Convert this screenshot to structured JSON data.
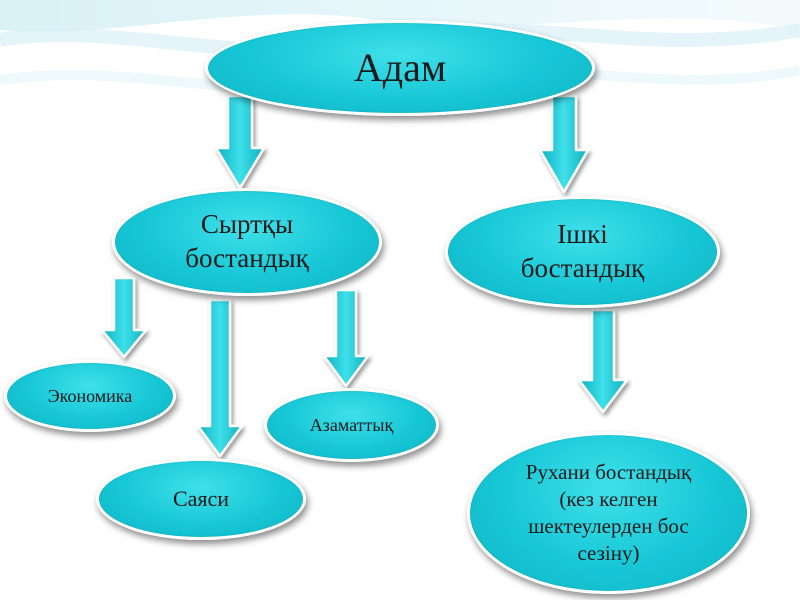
{
  "nodes": {
    "adam": "Адам",
    "outer_freedom": "Сыртқы бостандық",
    "inner_freedom": "Ішкі бостандық",
    "economy": "Экономика",
    "politics": "Саяси",
    "civic": "Азаматтық",
    "spiritual_freedom": "Рухани бостандық (кез келген шектеулерден бос сезіну)"
  },
  "colors": {
    "node_fill": "#17c7d6",
    "arrow_fill": "#19c5d4",
    "outline": "#ffffff",
    "text": "#1a1a1a",
    "wave": "#dff3f7"
  }
}
